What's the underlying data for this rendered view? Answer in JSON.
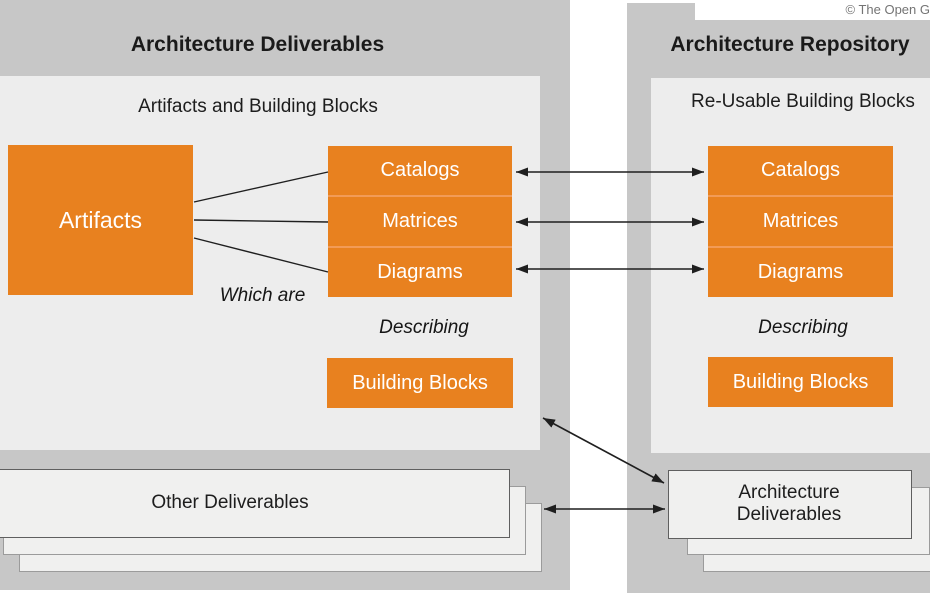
{
  "copyright": "© The Open G",
  "colors": {
    "accent_orange": "#e8811f",
    "outer_panel_gray": "#c7c7c7",
    "inner_panel_gray": "#ededed",
    "document_fill": "#f0f0ef"
  },
  "left_panel": {
    "title": "Architecture Deliverables",
    "inner_title": "Artifacts and Building Blocks",
    "artifacts_label": "Artifacts",
    "rows": [
      "Catalogs",
      "Matrices",
      "Diagrams"
    ],
    "which_are_label": "Which are",
    "describing_label": "Describing",
    "building_blocks_label": "Building Blocks",
    "other_deliverables_label": "Other Deliverables"
  },
  "right_panel": {
    "title": "Architecture Repository",
    "inner_title": "Re-Usable Building Blocks",
    "rows": [
      "Catalogs",
      "Matrices",
      "Diagrams"
    ],
    "describing_label": "Describing",
    "building_blocks_label": "Building Blocks",
    "architecture_deliverables_label": "Architecture Deliverables"
  }
}
